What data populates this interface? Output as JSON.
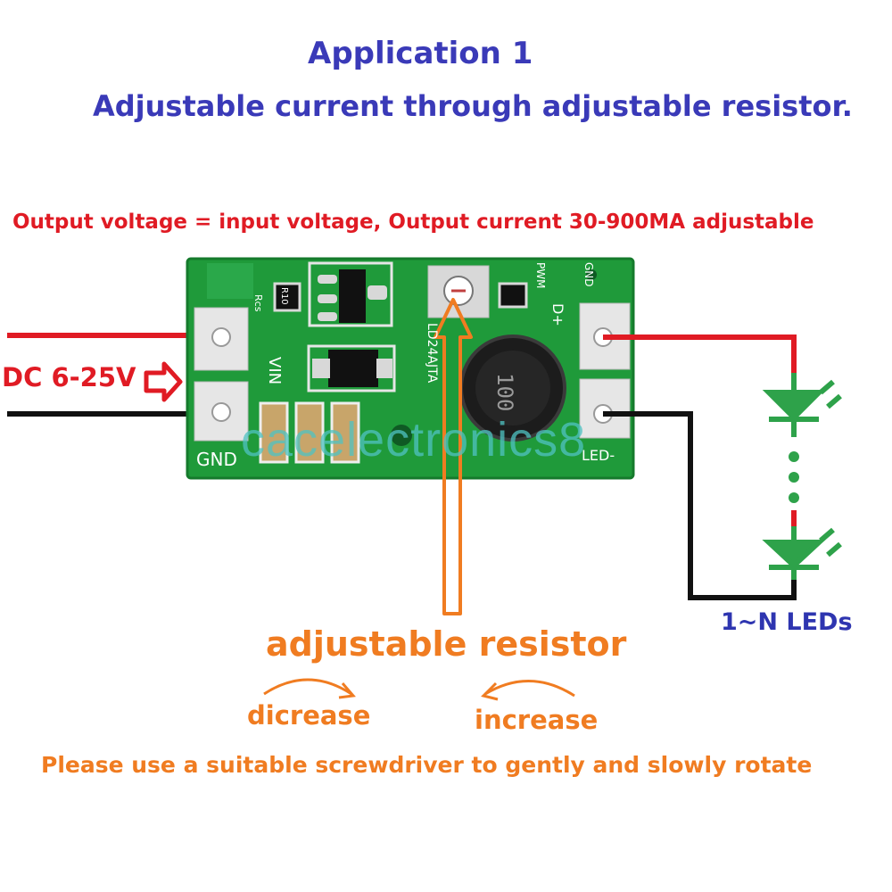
{
  "title": "Application 1",
  "subtitle": "Adjustable current through adjustable resistor.",
  "description": "Output voltage = input voltage, Output current 30-900MA adjustable",
  "input_label": "DC 6-25V",
  "leds_label": "1~N LEDs",
  "adjustable_resistor_label": "adjustable resistor",
  "decrease_label": "dicrease",
  "increase_label": "increase",
  "instruction": "Please use a suitable screwdriver to gently and slowly rotate",
  "watermark": "cacelectronics8",
  "board": {
    "vin_label": "VIN",
    "gnd_label": "GND",
    "dplus_label": "D+",
    "led_minus_label": "LED-",
    "pwm_label": "PWM",
    "gnd_small_label": "GND",
    "chip_label": "LD24AJTA",
    "inductor_label": "100",
    "resistor_label": "R10",
    "rcs_label": "Rcs"
  },
  "colors": {
    "title": "#3a3ab8",
    "red_wire": "#e01b24",
    "black_wire": "#111111",
    "orange": "#f07c21",
    "led_green": "#2ea24a",
    "pcb_green": "#1f9a3a"
  }
}
